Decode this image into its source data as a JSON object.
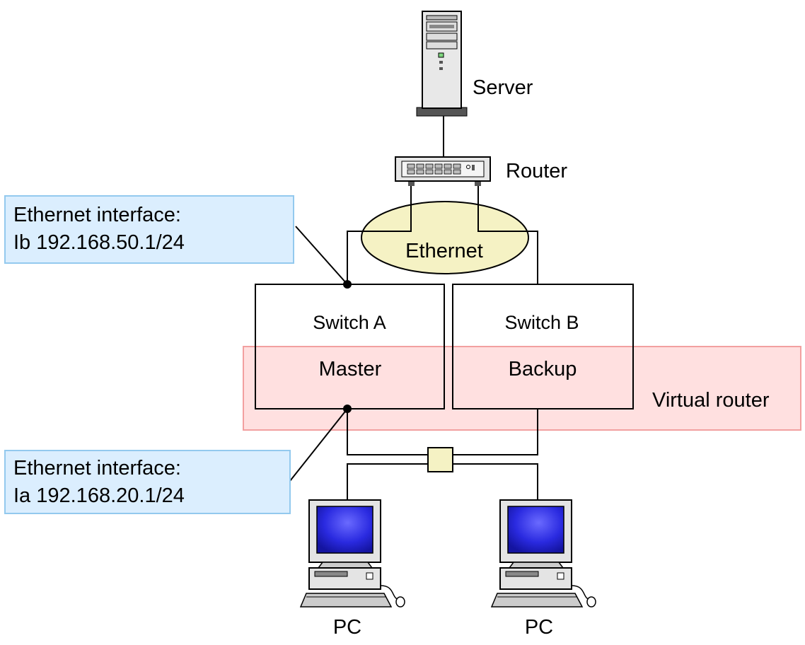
{
  "nodes": {
    "server": "Server",
    "router": "Router",
    "ethernet": "Ethernet",
    "switch_a": "Switch A",
    "switch_b": "Switch B",
    "master": "Master",
    "backup": "Backup",
    "virtual_router": "Virtual router",
    "pc_left": "PC",
    "pc_right": "PC"
  },
  "callouts": {
    "upper": {
      "line1": "Ethernet interface:",
      "line2": "Ib 192.168.50.1/24"
    },
    "lower": {
      "line1": "Ethernet interface:",
      "line2": "Ia 192.168.20.1/24"
    }
  },
  "colors": {
    "callout_fill": "#dbeefe",
    "callout_border": "#93c9ee",
    "virtual_router_fill": "#ffe0e0",
    "virtual_router_border": "#f2a0a0",
    "ethernet_fill": "#f5f2c4",
    "hub_fill": "#f5f2c4",
    "screen_blue": "#2424d8"
  }
}
